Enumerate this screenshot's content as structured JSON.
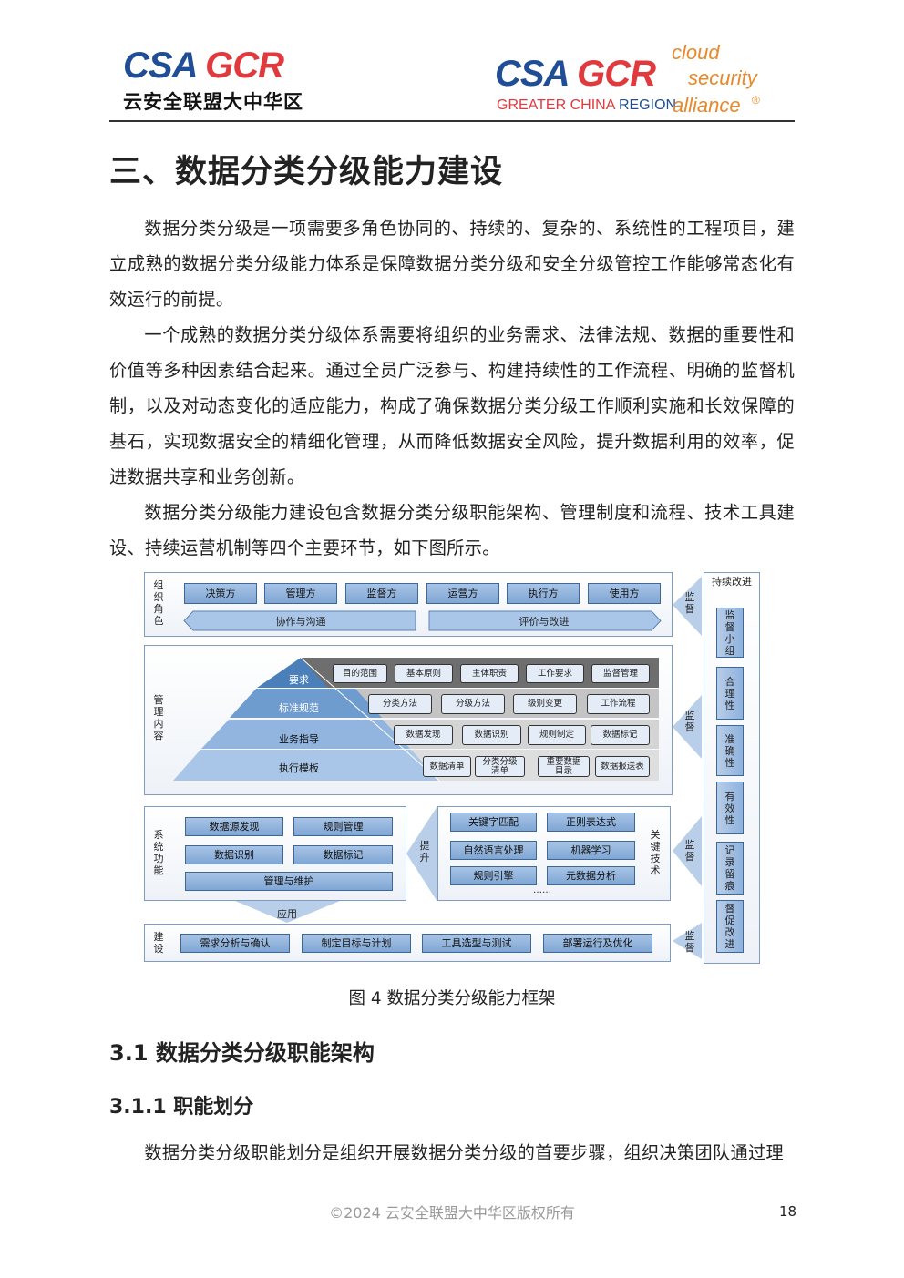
{
  "header": {
    "logo_left": {
      "csa": "CSA",
      "gcr": "GCR",
      "cn": "云安全联盟大中华区"
    },
    "logo_right": {
      "csa": "CSA",
      "gcr": "GCR",
      "cloud": "cloud",
      "security": "security",
      "alliance": "alliance",
      "reg": "®",
      "greater_china": "GREATER CHINA",
      "region": "REGION"
    }
  },
  "title": "三、数据分类分级能力建设",
  "paragraphs": [
    "数据分类分级是一项需要多角色协同的、持续的、复杂的、系统性的工程项目，建立成熟的数据分类分级能力体系是保障数据分类分级和安全分级管控工作能够常态化有效运行的前提。",
    "一个成熟的数据分类分级体系需要将组织的业务需求、法律法规、数据的重要性和价值等多种因素结合起来。通过全员广泛参与、构建持续性的工作流程、明确的监督机制，以及对动态变化的适应能力，构成了确保数据分类分级工作顺利实施和长效保障的基石，实现数据安全的精细化管理，从而降低数据安全风险，提升数据利用的效率，促进数据共享和业务创新。",
    "数据分类分级能力建设包含数据分类分级职能架构、管理制度和流程、技术工具建设、持续运营机制等四个主要环节，如下图所示。"
  ],
  "diagram": {
    "org": {
      "label": "组织角色",
      "roles": [
        "决策方",
        "管理方",
        "监督方",
        "运营方",
        "执行方",
        "使用方"
      ],
      "left_arrow": "协作与沟通",
      "right_arrow": "评价与改进"
    },
    "mgmt": {
      "label": "管理内容",
      "layers": [
        "要求",
        "标准规范",
        "业务指导",
        "执行模板"
      ],
      "rows": [
        [
          "目的范围",
          "基本原则",
          "主体职责",
          "工作要求",
          "监督管理"
        ],
        [
          "分类方法",
          "分级方法",
          "级别变更",
          "工作流程"
        ],
        [
          "数据发现",
          "数据识别",
          "规则制定",
          "数据标记"
        ],
        [
          "数据清单",
          "分类分级清单",
          "重要数据目录",
          "数据报送表"
        ]
      ]
    },
    "sys": {
      "label": "系统功能",
      "items": [
        "数据源发现",
        "规则管理",
        "数据识别",
        "数据标记",
        "管理与维护"
      ]
    },
    "boost": "提升",
    "tech": {
      "label": "关键技术",
      "items": [
        "关键字匹配",
        "正则表达式",
        "自然语言处理",
        "机器学习",
        "规则引擎",
        "元数据分析"
      ],
      "more": "……"
    },
    "apply": "应用",
    "build": {
      "label": "建设",
      "items": [
        "需求分析与确认",
        "制定目标与计划",
        "工具选型与测试",
        "部署运行及优化"
      ]
    },
    "supervise": "监督",
    "improve": {
      "label": "持续改进",
      "items": [
        "监督小组",
        "合理性",
        "准确性",
        "有效性",
        "记录留痕",
        "督促改进"
      ]
    }
  },
  "caption": "图 4  数据分类分级能力框架",
  "h2": "3.1 数据分类分级职能架构",
  "h3": "3.1.1 职能划分",
  "last_paragraph": "数据分类分级职能划分是组织开展数据分类分级的首要步骤，组织决策团队通过理",
  "footer": {
    "copyright": "©2024  云安全联盟大中华区版权所有",
    "page": "18"
  }
}
